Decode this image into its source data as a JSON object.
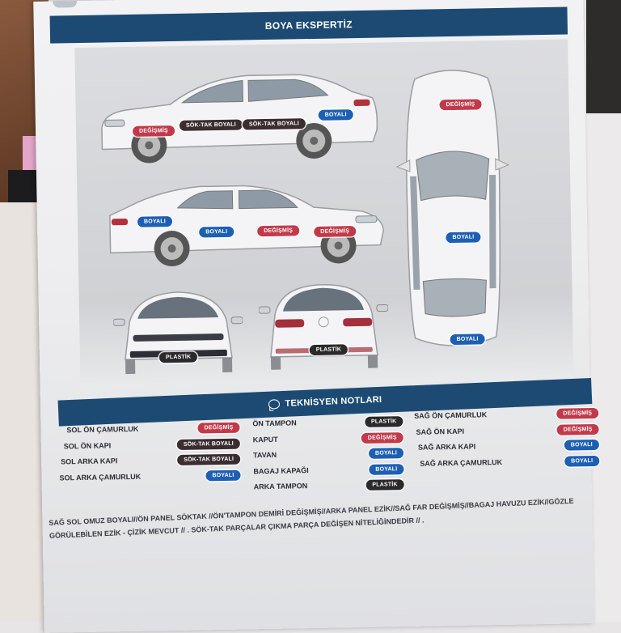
{
  "document": {
    "title": "BOYA EKSPERTİZ",
    "notes_title": "TEKNİSYEN NOTLARI"
  },
  "colors": {
    "header_bg": "#1c4a73",
    "degismis": "#c23a4a",
    "boyali": "#1d5fb3",
    "sok_tak": "#3b2d2f",
    "plastik": "#2a2a2a"
  },
  "diagram": {
    "left_side_view": {
      "badges": [
        "DEĞİŞMİŞ",
        "SÖK-TAK BOYALI",
        "SÖK-TAK BOYALI",
        "BOYALI"
      ]
    },
    "right_side_view": {
      "badges": [
        "BOYALI",
        "BOYALI",
        "DEĞİŞMİŞ",
        "DEĞİŞMİŞ"
      ]
    },
    "top_view": {
      "badges": [
        "DEĞİŞMİŞ",
        "BOYALI",
        "BOYALI"
      ]
    },
    "front_view": {
      "badges": [
        "PLASTİK"
      ]
    },
    "rear_view": {
      "badges": [
        "PLASTİK"
      ]
    }
  },
  "parts": {
    "left_column": [
      {
        "part": "SOL ÖN ÇAMURLUK",
        "status": "DEĞİŞMİŞ",
        "type": "red"
      },
      {
        "part": "SOL ÖN KAPI",
        "status": "SÖK-TAK BOYALI",
        "type": "dark"
      },
      {
        "part": "SOL ARKA KAPI",
        "status": "SÖK-TAK BOYALI",
        "type": "dark"
      },
      {
        "part": "SOL ARKA ÇAMURLUK",
        "status": "BOYALI",
        "type": "blue"
      }
    ],
    "middle_column": [
      {
        "part": "ÖN TAMPON",
        "status": "PLASTİK",
        "type": "black"
      },
      {
        "part": "KAPUT",
        "status": "DEĞİŞMİŞ",
        "type": "red"
      },
      {
        "part": "TAVAN",
        "status": "BOYALI",
        "type": "blue"
      },
      {
        "part": "BAGAJ KAPAĞI",
        "status": "BOYALI",
        "type": "blue"
      },
      {
        "part": "ARKA TAMPON",
        "status": "PLASTİK",
        "type": "black"
      }
    ],
    "right_column": [
      {
        "part": "SAĞ ÖN ÇAMURLUK",
        "status": "DEĞİŞMİŞ",
        "type": "red"
      },
      {
        "part": "SAĞ ÖN KAPI",
        "status": "DEĞİŞMİŞ",
        "type": "red"
      },
      {
        "part": "SAĞ ARKA KAPI",
        "status": "BOYALI",
        "type": "blue"
      },
      {
        "part": "SAĞ ARKA ÇAMURLUK",
        "status": "BOYALI",
        "type": "blue"
      }
    ]
  },
  "technician_note": "SAĞ SOL OMUZ BOYALI//ÖN PANEL SÖKTAK //ÖN'TAMPON DEMİRİ DEĞİŞMİŞ//ARKA PANEL EZİK//SAĞ FAR DEĞİŞMİŞ//BAGAJ HAVUZU EZİK//GÖZLE GÖRÜLEBİLEN EZİK - ÇİZİK MEVCUT // . SÖK-TAK PARÇALAR ÇIKMA PARÇA DEĞİŞEN NİTELİĞİNDEDİR // ."
}
